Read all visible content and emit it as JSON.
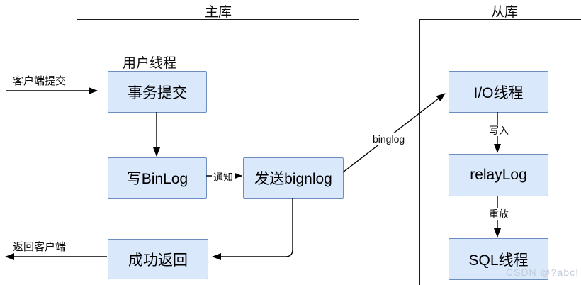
{
  "diagram": {
    "master": {
      "title": "主库",
      "user_thread_label": "用户线程",
      "nodes": {
        "commit": "事务提交",
        "write_binlog": "写BinLog",
        "send_binlog": "发送bignlog",
        "success_return": "成功返回"
      }
    },
    "slave": {
      "title": "从库",
      "nodes": {
        "io_thread": "I/O线程",
        "relay_log": "relayLog",
        "sql_thread": "SQL线程"
      }
    },
    "edge_labels": {
      "client_submit": "客户端提交",
      "return_to_client": "返回客户端",
      "notify": "通知",
      "binglog": "binglog",
      "write": "写入",
      "replay": "重放"
    },
    "watermark": "CSDN @?abc!",
    "colors": {
      "node_fill": "#dae8fc",
      "node_border": "#6c8ebf",
      "group_border": "#1a1a1a",
      "line": "#000000",
      "watermark": "#c3cada"
    }
  }
}
